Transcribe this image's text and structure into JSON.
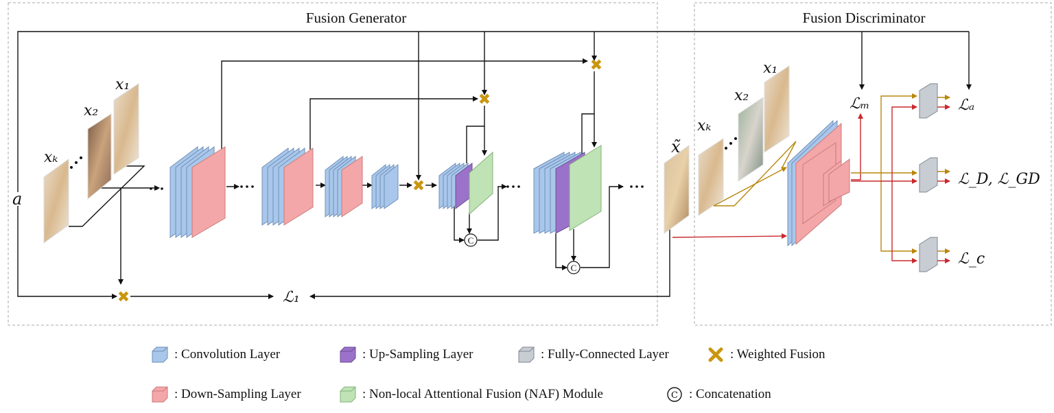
{
  "boxes": {
    "generator_title": "Fusion Generator",
    "discriminator_title": "Fusion Discriminator"
  },
  "inputs": {
    "a": "a",
    "x1": "x₁",
    "x2": "x₂",
    "xk": "xₖ",
    "x_tilde": "x̃"
  },
  "losses": {
    "l1": "ℒ₁",
    "lm": "ℒₘ",
    "la": "ℒₐ",
    "ld": "ℒ_D, ℒ_GD",
    "lc": "ℒ_c"
  },
  "symbols": {
    "ellipsis": "⋯",
    "concat": "C"
  },
  "legend": {
    "conv": ": Convolution Layer",
    "up": ": Up-Sampling Layer",
    "fc": ": Fully-Connected Layer",
    "wf": ": Weighted Fusion",
    "down": ": Down-Sampling Layer",
    "naf": ": Non-local Attentional Fusion (NAF) Module",
    "concat": ": Concatenation"
  },
  "colors": {
    "conv": "#a9c7ea",
    "down": "#f4a7a8",
    "up": "#9a72c9",
    "naf": "#bfe3b5",
    "fc": "#c8cdd4",
    "weighted": "#c9960f",
    "red_arrow": "#c8282d",
    "gold_arrow": "#b8860b"
  }
}
